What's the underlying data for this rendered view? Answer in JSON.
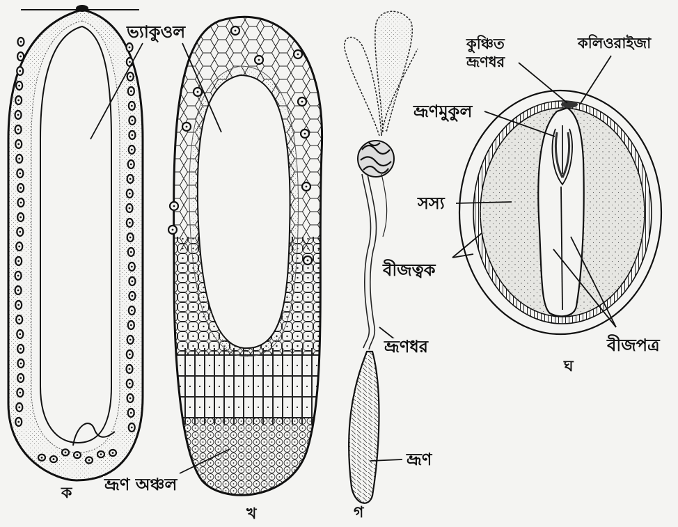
{
  "labels": {
    "vacuole": "ভ্যাকুওল",
    "embryo_region": "ভ্রূণ অঞ্চল",
    "suspensor_g": "ভ্রূণধর",
    "embryo": "ভ্রূণ",
    "coiled_suspensor": "কুঞ্চিত\nভ্রূণধর",
    "coleorhiza": "কলিওরাইজা",
    "plumule": "ভ্রূণমুকুল",
    "endosperm": "সস্য",
    "seed_coat": "বীজত্বক",
    "cotyledon": "বীজপত্র"
  },
  "figure_letters": {
    "a": "ক",
    "b": "খ",
    "c": "গ",
    "d": "ঘ"
  }
}
